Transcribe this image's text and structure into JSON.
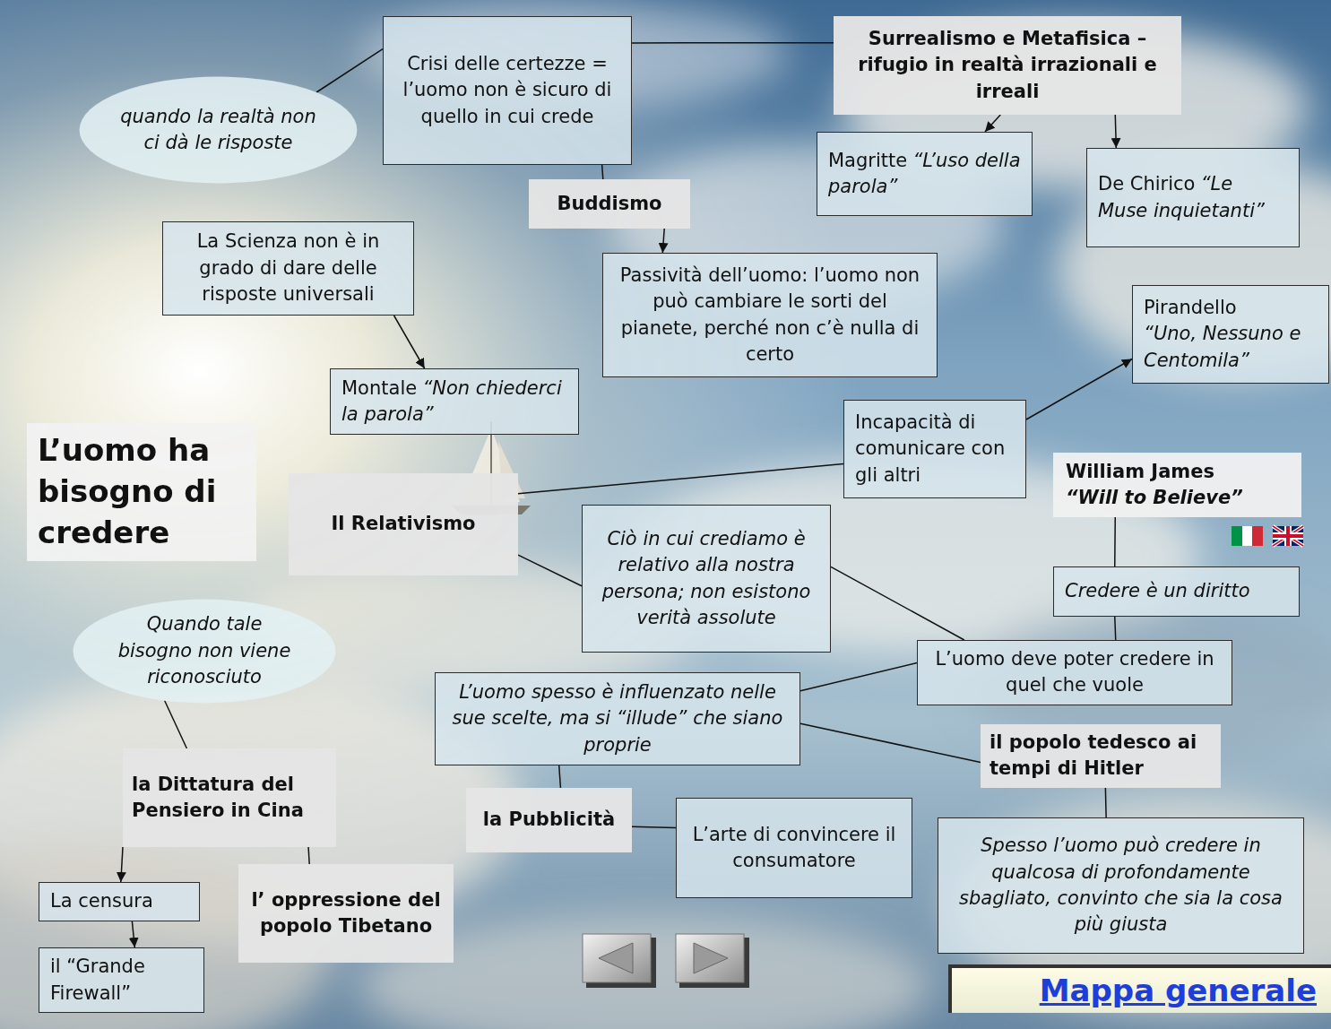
{
  "diagram": {
    "nodes": [
      {
        "text": [
          "Crisi delle certezze = l’uomo non è sicuro di quello in cui crede"
        ]
      },
      {
        "text": [
          "Surrealismo e Metafisica – rifugio in realtà irrazionali e irreali"
        ]
      },
      {
        "text": [
          "quando la realtà non ci dà le risposte"
        ]
      },
      {
        "text": [
          "Buddismo"
        ]
      },
      {
        "text": [
          "Magritte",
          "“L’uso della parola”"
        ]
      },
      {
        "text": [
          "De Chirico",
          "“Le Muse inquietanti”"
        ]
      },
      {
        "text": [
          "La Scienza non è in grado di dare delle risposte universali"
        ]
      },
      {
        "text": [
          "Passività dell’uomo: l’uomo non può cambiare le sorti del pianete, perché non c’è nulla di certo"
        ]
      },
      {
        "text": [
          "Pirandello",
          "“Uno, Nessuno e Centomila”"
        ]
      },
      {
        "text": [
          "Montale",
          "“Non chiederci la parola”"
        ]
      },
      {
        "text": [
          "Incapacità di comunicare con gli altri"
        ]
      },
      {
        "text": [
          "L’uomo ha bisogno di credere"
        ]
      },
      {
        "text": [
          "William James",
          "“Will to Believe”"
        ]
      },
      {
        "text": [
          "Il Relativismo"
        ]
      },
      {
        "text": [
          "Ciò in cui crediamo è relativo alla nostra persona; non esistono verità assolute"
        ]
      },
      {
        "text": [
          "Credere è un diritto"
        ]
      },
      {
        "text": [
          "Quando tale bisogno non viene riconosciuto"
        ]
      },
      {
        "text": [
          "L’uomo deve poter credere in quel che vuole"
        ]
      },
      {
        "text": [
          "L’uomo spesso è influenzato nelle sue scelte, ma si “illude” che siano proprie"
        ]
      },
      {
        "text": [
          "la Dittatura del Pensiero in Cina"
        ]
      },
      {
        "text": [
          "il popolo tedesco ai tempi di Hitler"
        ]
      },
      {
        "text": [
          "la Pubblicità"
        ]
      },
      {
        "text": [
          "L’arte di convincere il consumatore"
        ]
      },
      {
        "text": [
          "Spesso l’uomo può credere in qualcosa di profondamente sbagliato, convinto che sia la cosa più giusta"
        ]
      },
      {
        "text": [
          "La censura"
        ]
      },
      {
        "text": [
          "l’ oppressione del popolo Tibetano"
        ]
      },
      {
        "text": [
          "il “Grande Firewall”"
        ]
      },
      {
        "text": [
          "Mappa generale"
        ]
      }
    ],
    "edges": [
      {
        "from": 0,
        "to": 1,
        "arrow": "none"
      },
      {
        "from": 1,
        "to": 4,
        "arrow": "to"
      },
      {
        "from": 1,
        "to": 5,
        "arrow": "to"
      },
      {
        "from": 2,
        "to": 0,
        "arrow": "none"
      },
      {
        "from": 0,
        "to": 3,
        "arrow": "none"
      },
      {
        "from": 3,
        "to": 7,
        "arrow": "to"
      },
      {
        "from": 6,
        "to": 9,
        "arrow": "to"
      },
      {
        "from": 13,
        "to": 10,
        "arrow": "none"
      },
      {
        "from": 10,
        "to": 8,
        "arrow": "to"
      },
      {
        "from": 13,
        "to": 14,
        "arrow": "none"
      },
      {
        "from": 14,
        "to": 17,
        "arrow": "none"
      },
      {
        "from": 12,
        "to": 15,
        "arrow": "none"
      },
      {
        "from": 15,
        "to": 17,
        "arrow": "none"
      },
      {
        "from": 18,
        "to": 17,
        "arrow": "none"
      },
      {
        "from": 18,
        "to": 20,
        "arrow": "none"
      },
      {
        "from": 20,
        "to": 23,
        "arrow": "none"
      },
      {
        "from": 18,
        "to": 21,
        "arrow": "none"
      },
      {
        "from": 21,
        "to": 22,
        "arrow": "none"
      },
      {
        "from": 16,
        "to": 19,
        "arrow": "none"
      },
      {
        "from": 19,
        "to": 24,
        "arrow": "to"
      },
      {
        "from": 19,
        "to": 25,
        "arrow": "none"
      },
      {
        "from": 24,
        "to": 26,
        "arrow": "to"
      }
    ]
  }
}
